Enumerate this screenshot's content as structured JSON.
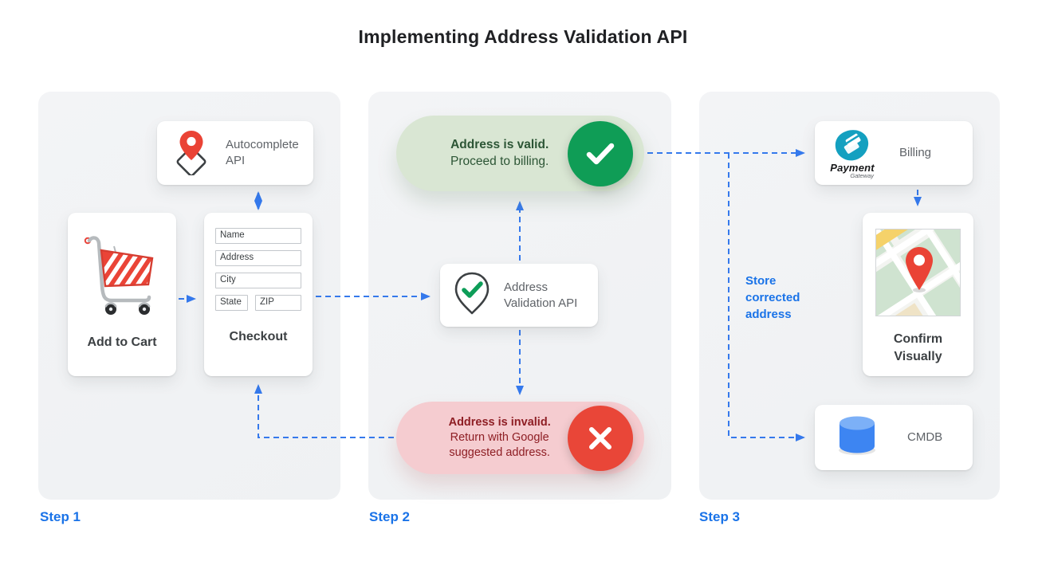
{
  "title": "Implementing Address Validation API",
  "colors": {
    "accent_blue": "#1a73e8",
    "arrow_blue": "#3579ec",
    "success_green": "#0f9d56",
    "success_pill_bg": "#d9e6d3",
    "success_text": "#2c5535",
    "error_red": "#e94638",
    "error_pill_bg": "#f5ccd0",
    "error_text": "#8e1e24",
    "panel_bg": "#f1f3f4"
  },
  "step1": {
    "label": "Step 1",
    "autocomplete_card": {
      "label": "Autocomplete API",
      "icon": "map-pin-diamond-icon"
    },
    "add_to_cart_card": {
      "label": "Add to Cart",
      "icon": "shopping-cart-icon"
    },
    "checkout_card": {
      "label": "Checkout",
      "fields": [
        "Name",
        "Address",
        "City",
        "State",
        "ZIP"
      ]
    }
  },
  "step2": {
    "label": "Step 2",
    "valid_pill": {
      "title": "Address is valid.",
      "subtitle": "Proceed to billing.",
      "icon": "check-icon"
    },
    "validation_card": {
      "label": "Address Validation API",
      "icon": "map-pin-check-icon"
    },
    "invalid_pill": {
      "title": "Address is invalid.",
      "subtitle": "Return with Google suggested address.",
      "icon": "x-icon"
    }
  },
  "step3": {
    "label": "Step 3",
    "billing_card": {
      "label": "Billing",
      "logo_title": "Payment",
      "logo_subtitle": "Gateway",
      "icon": "payment-gateway-logo"
    },
    "confirm_card": {
      "label": "Confirm Visually",
      "icon": "map-preview"
    },
    "cmdb_card": {
      "label": "CMDB",
      "icon": "database-icon"
    },
    "store_note": "Store corrected address"
  }
}
